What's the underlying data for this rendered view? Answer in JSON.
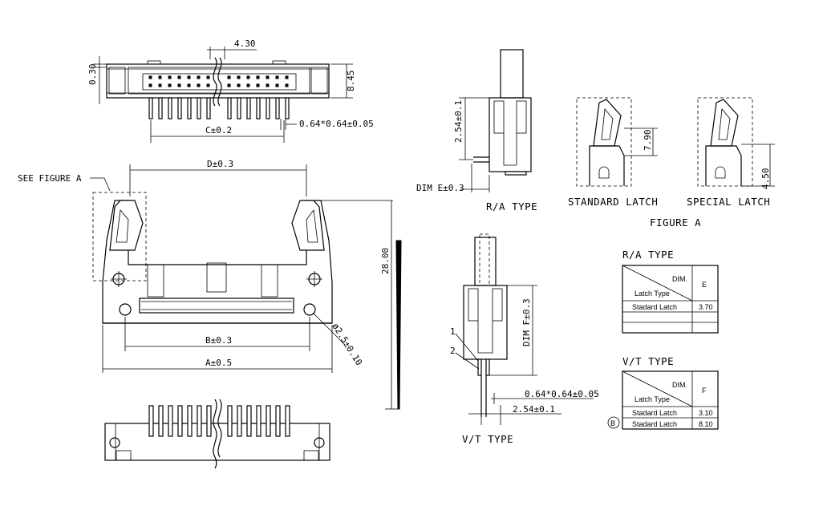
{
  "top_view": {
    "dim_pitch_offset": "4.30",
    "dim_height": "8.45",
    "dim_latch_gap": "0.30",
    "dim_c": "C±0.2",
    "dim_pin": "0.64*0.64±0.05"
  },
  "front_view": {
    "see_figure": "SEE FIGURE A",
    "dim_d": "D±0.3",
    "dim_b": "B±0.3",
    "dim_a": "A±0.5",
    "dim_hole": "ø2.5±0.10",
    "dim_height": "28.00"
  },
  "ra_view": {
    "dim_254": "2.54±0.1",
    "dim_e": "DIM E±0.3",
    "caption": "R/A TYPE"
  },
  "latch_views": {
    "standard_caption": "STANDARD LATCH",
    "special_caption": "SPECIAL LATCH",
    "dim_standard": "7.90",
    "dim_special": "4.50",
    "figure_caption": "FIGURE A"
  },
  "vt_view": {
    "dim_f": "DIM F±0.3",
    "label_1": "1",
    "label_2": "2",
    "dim_pin": "0.64*0.64±0.05",
    "dim_254": "2.54±0.1",
    "caption": "V/T TYPE"
  },
  "ra_table": {
    "title": "R/A TYPE",
    "header_dim": "DIM.",
    "header_latch": "Latch Type",
    "header_col": "E",
    "rows": [
      {
        "latch": "Stadard Latch",
        "value": "3.70"
      }
    ]
  },
  "vt_table": {
    "title": "V/T TYPE",
    "header_dim": "DIM.",
    "header_latch": "Latch Type",
    "header_col": "F",
    "revision_mark": "B",
    "rows": [
      {
        "latch": "Stadard Latch",
        "value": "3.10"
      },
      {
        "latch": "Stadard Latch",
        "value": "8.10"
      }
    ]
  }
}
